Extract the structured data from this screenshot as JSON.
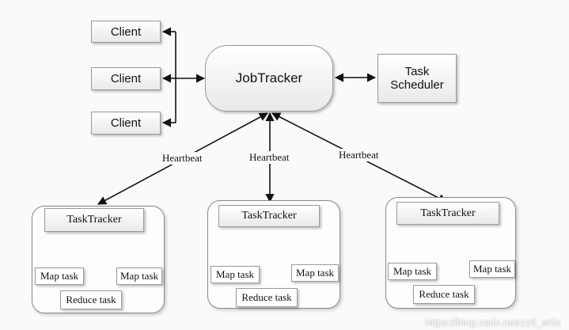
{
  "clients": [
    "Client",
    "Client",
    "Client"
  ],
  "jobtracker": {
    "label": "JobTracker"
  },
  "scheduler": {
    "label": "Task\nScheduler"
  },
  "heartbeat_label": "Heartbeat",
  "clusters": [
    {
      "tasktracker": "TaskTracker",
      "map_left": "Map task",
      "map_right": "Map task",
      "reduce": "Reduce task"
    },
    {
      "tasktracker": "TaskTracker",
      "map_left": "Map task",
      "map_right": "Map task",
      "reduce": "Reduce task"
    },
    {
      "tasktracker": "TaskTracker",
      "map_left": "Map task",
      "map_right": "Map task",
      "reduce": "Reduce task"
    }
  ],
  "watermark": "https://blog.csdn.net/zztl_erlie"
}
